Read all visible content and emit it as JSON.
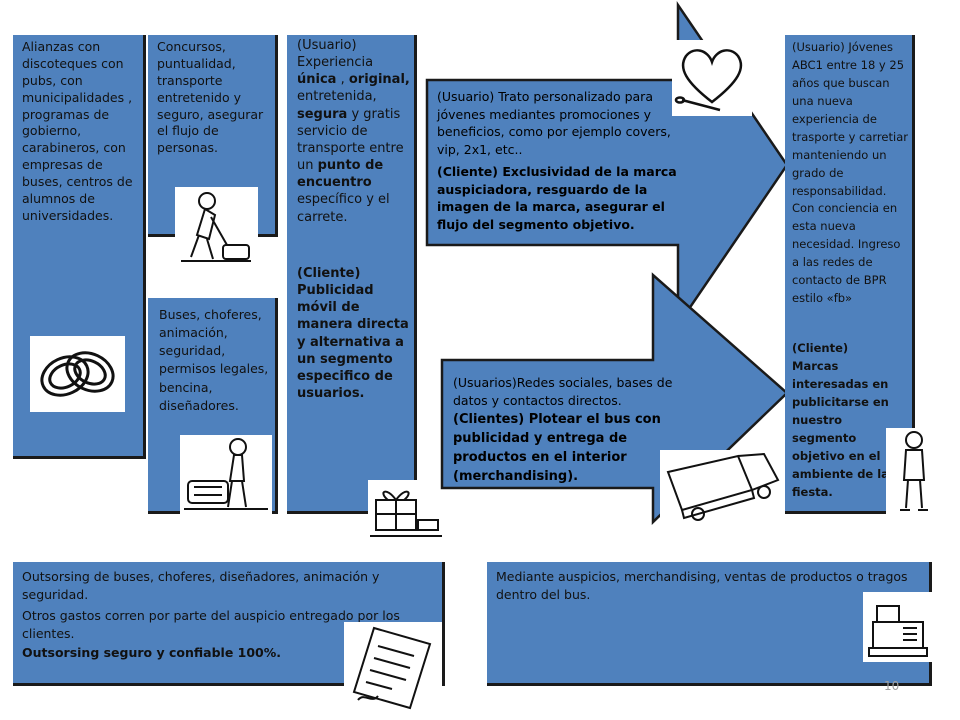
{
  "columns": {
    "key_partners": {
      "text": "Alianzas con discoteques con pubs, con municipalidades , programas de gobierno, carabineros, con empresas de buses, centros de alumnos de universidades."
    },
    "key_activities": {
      "text": "Concursos, puntualidad, transporte entretenido y seguro, asegurar el flujo de personas."
    },
    "key_resources": {
      "text": "Buses, choferes, animación, seguridad, permisos legales, bencina, diseñadores."
    },
    "value_proposition": {
      "user_prefix": "(Usuario) Experiencia ",
      "w_unica": "única",
      "sep1": " , ",
      "w_original": "original,",
      "mid1": " entretenida, ",
      "w_segura": "segura",
      "mid2": " y gratis servicio de transporte entre un ",
      "w_punto": "punto de encuentro",
      "end": " específico y el carrete.",
      "client": "(Cliente) Publicidad móvil de manera directa y alternativa a un segmento especifico de usuarios."
    },
    "relationships": {
      "user": "(Usuario) Trato personalizado para jóvenes mediantes promociones y beneficios, como por ejemplo covers, vip, 2x1, etc..",
      "client": "(Cliente) Exclusividad de la marca auspiciadora, resguardo de la imagen de la marca, asegurar el flujo del segmento objetivo."
    },
    "channels": {
      "user": "(Usuarios)Redes sociales, bases de datos y contactos directos.",
      "client": "(Clientes) Plotear el bus con publicidad  y entrega de productos en el interior (merchandising)."
    },
    "segments": {
      "user": "(Usuario) Jóvenes ABC1 entre 18 y 25 años que buscan una nueva experiencia de trasporte y carretiar manteniendo un grado de responsabilidad. Con conciencia en esta nueva necesidad. Ingreso a las redes de contacto de BPR estilo «fb»",
      "client": "(Cliente) Marcas interesadas en publicitarse en nuestro segmento objetivo en el ambiente de la fiesta."
    }
  },
  "bottom": {
    "costs": {
      "line1": "Outsorsing de buses, choferes, diseñadores, animación y seguridad.",
      "line2": "Otros gastos corren por parte del auspicio entregado por los clientes.",
      "line3": "Outsorsing seguro y confiable 100%."
    },
    "revenue": {
      "line1": "Mediante auspicios, merchandising, ventas de productos o tragos dentro del bus."
    }
  },
  "page_number": "10",
  "icons": [
    "rings-icon",
    "person-digging-icon",
    "person-luggage-icon",
    "gift-icon",
    "heart-icon",
    "truck-icon",
    "person-standing-icon",
    "document-icon",
    "cash-register-icon"
  ],
  "colors": {
    "box_blue": "#4f81bd",
    "border": "#1a1a1a"
  }
}
